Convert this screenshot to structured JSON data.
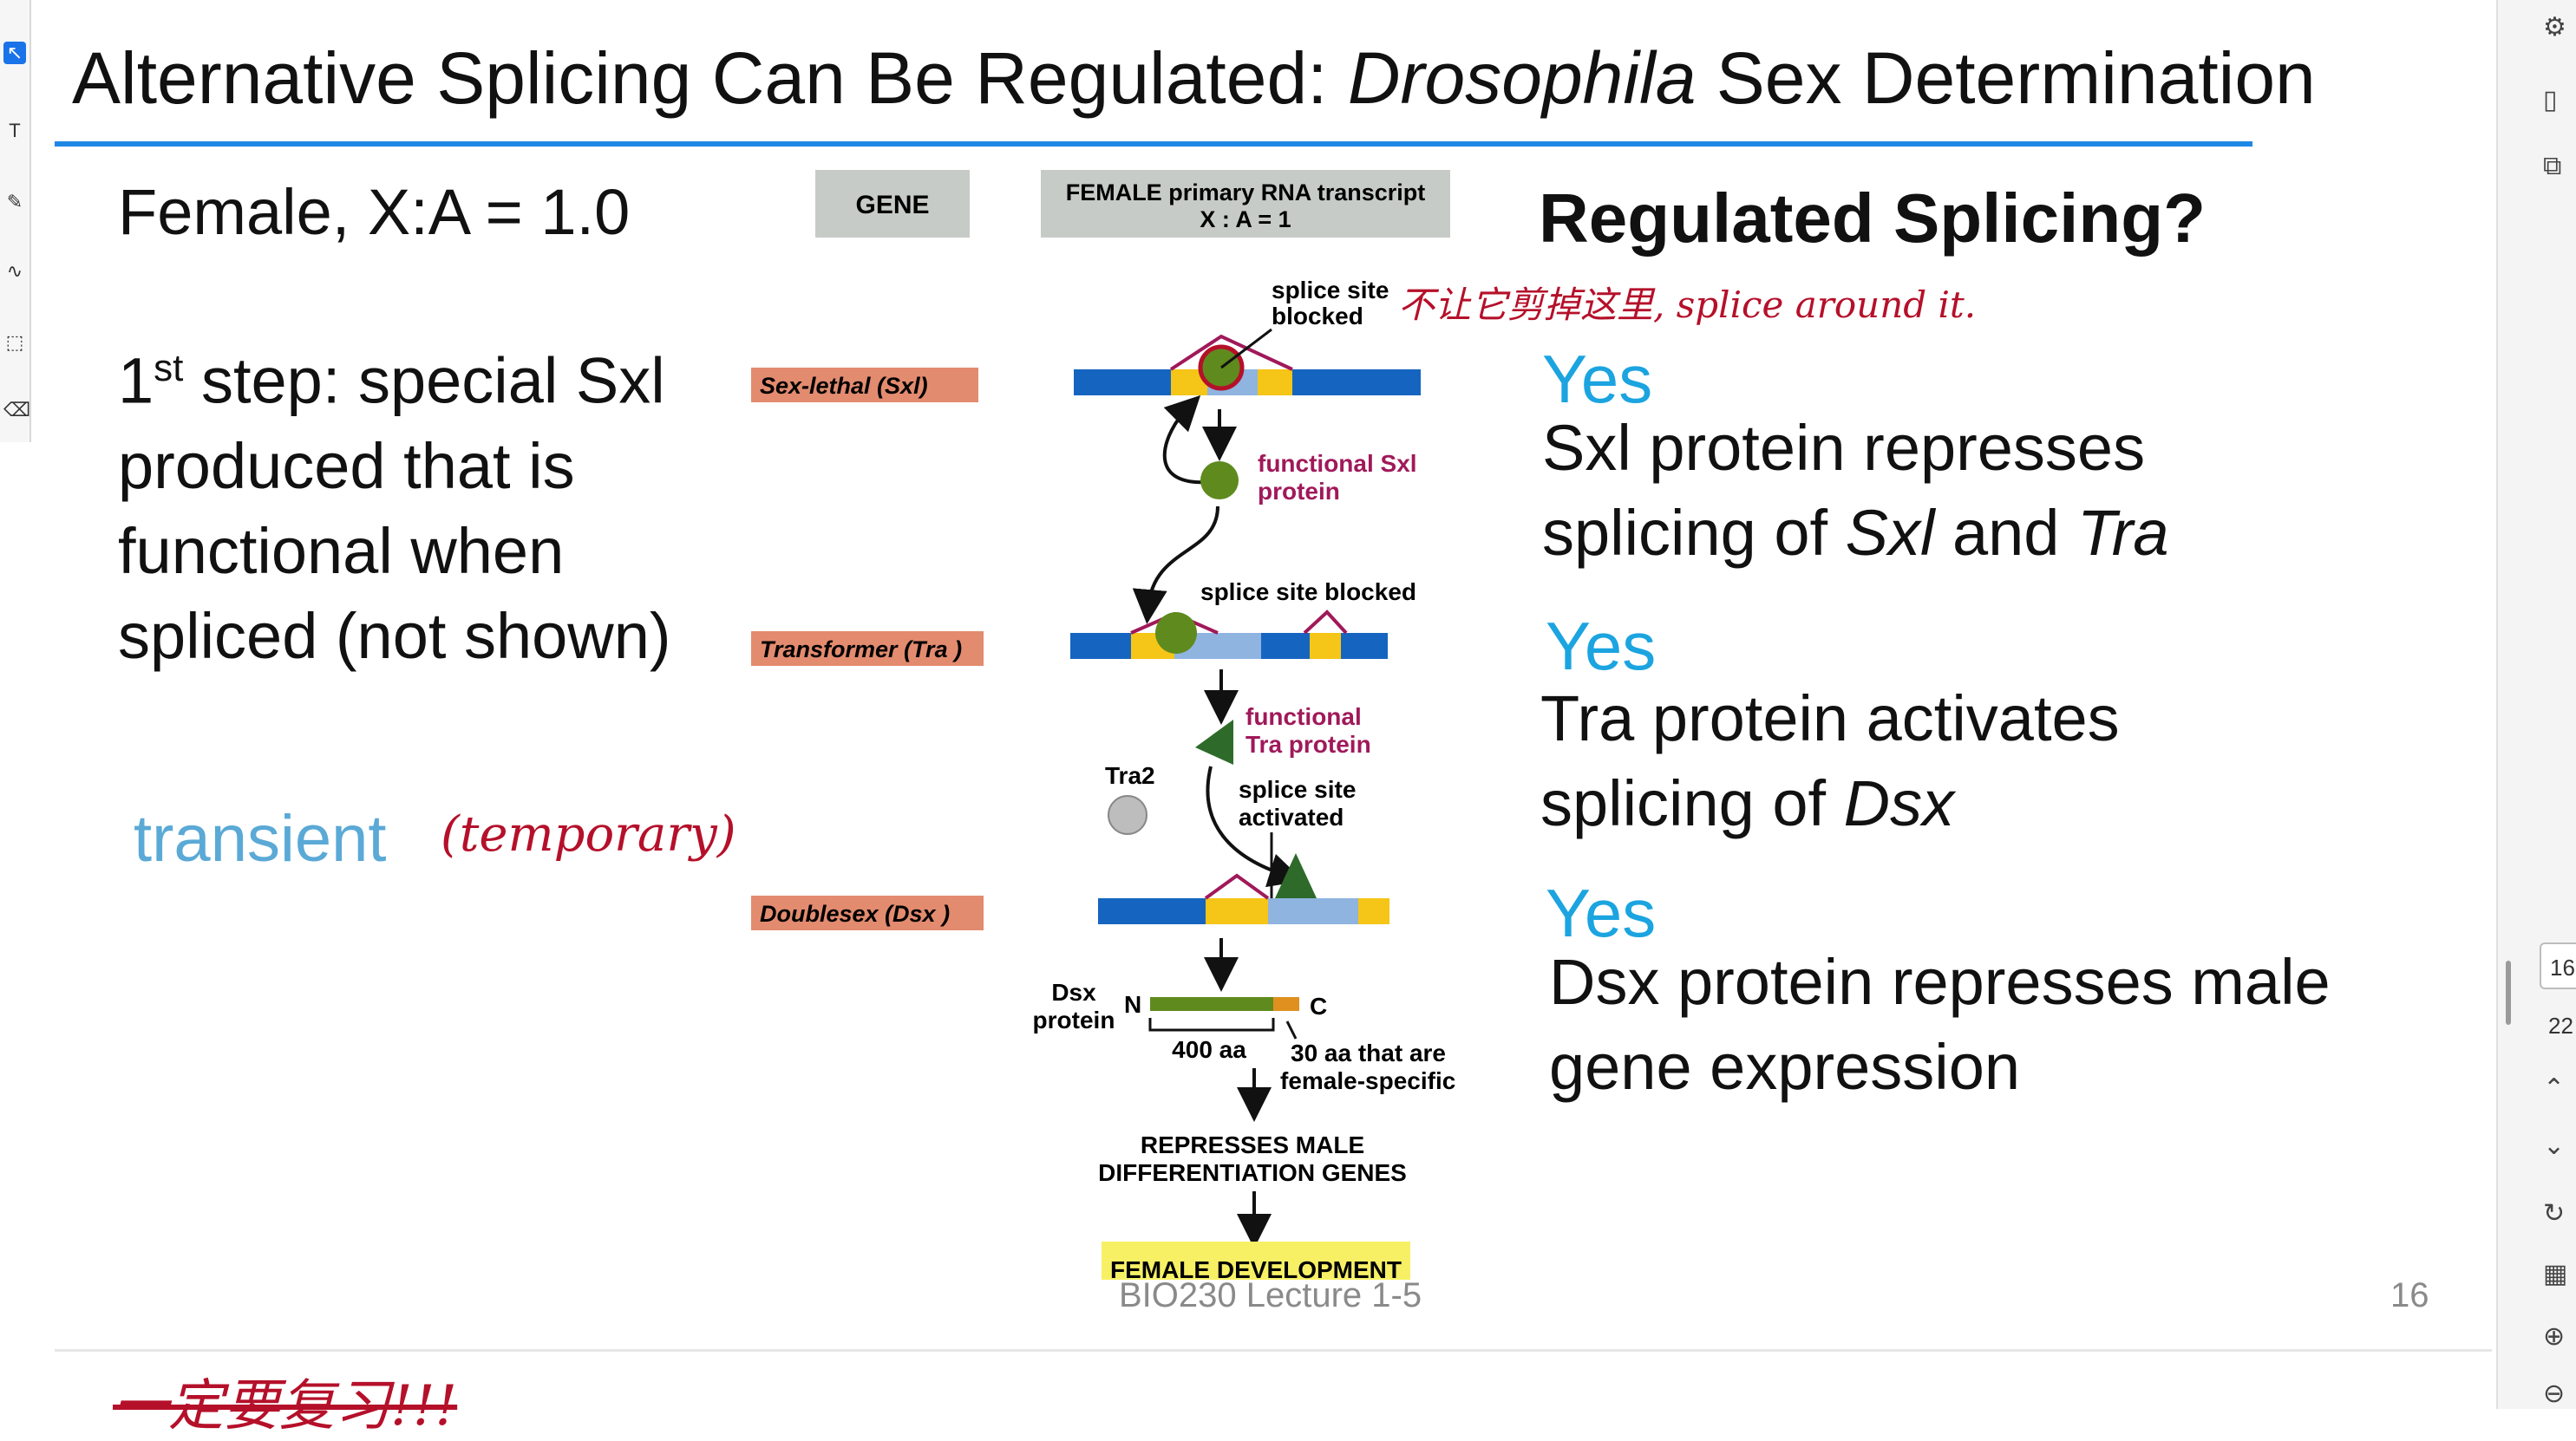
{
  "slide": {
    "title_pre": "Alternative Splicing Can Be Regulated: ",
    "title_ital": "Drosophila",
    "title_post": " Sex Determination",
    "female_label": "Female, X:A = 1.0",
    "step_num": "1",
    "step_sup": "st",
    "step_rest": " step: special Sxl produced that is functional when spliced (not shown)",
    "transient": "transient",
    "heading": "Regulated Splicing?",
    "yes1": "Yes",
    "line1a": "Sxl protein represses",
    "line1b_pre": "splicing of ",
    "line1b_it1": "Sxl",
    "line1b_mid": " and ",
    "line1b_it2": "Tra",
    "yes2": "Yes",
    "line2a": "Tra protein activates",
    "line2b_pre": "splicing of ",
    "line2b_it": "Dsx",
    "yes3": "Yes",
    "line3a": "Dsx protein represses male",
    "line3b": "gene expression",
    "footer": "BIO230 Lecture 1-5",
    "page_number": "16"
  },
  "figure": {
    "gene_header": "GENE",
    "transcript_header_1": "FEMALE primary RNA transcript",
    "transcript_header_2": "X : A = 1",
    "gene_sxl": "Sex-lethal (Sxl)",
    "gene_tra": "Transformer (Tra )",
    "gene_dsx": "Doublesex (Dsx )",
    "splice_site_blocked_1a": "splice site",
    "splice_site_blocked_1b": "blocked",
    "functional_sxl_1": "functional Sxl",
    "functional_sxl_2": "protein",
    "splice_site_blocked_2": "splice site blocked",
    "functional_tra_1": "functional",
    "functional_tra_2": "Tra protein",
    "tra2": "Tra2",
    "splice_activated_1": "splice site",
    "splice_activated_2": "activated",
    "dsx_protein_1": "Dsx",
    "dsx_protein_2": "protein",
    "n_term": "N",
    "c_term": "C",
    "aa400": "400 aa",
    "aa30_1": "30 aa that are",
    "aa30_2": "female-specific",
    "represses_1": "REPRESSES MALE",
    "represses_2": "DIFFERENTIATION GENES",
    "female_dev": "FEMALE DEVELOPMENT",
    "colors": {
      "exon_blue": "#1565c0",
      "exon_yellow": "#f5c518",
      "exon_lightblue": "#8fb4e0",
      "splice_magenta": "#a0195a",
      "protein_green": "#5f8a1e",
      "gene_label_bg": "#e38b6f",
      "header_bg": "#c6cbc8",
      "highlight_yellow": "#f7f065"
    }
  },
  "annotations": {
    "near_splice_site": "不让它剪掉这里, splice around it.",
    "near_transient": "(temporary)",
    "bottom_note": "一定要复习!!!"
  },
  "viewer": {
    "page_input": "16",
    "page_total": "22",
    "colors": {
      "accent": "#1e88e5",
      "tool_active": "#1a73e8"
    }
  }
}
